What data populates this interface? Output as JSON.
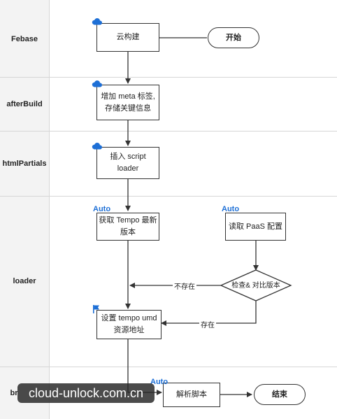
{
  "lanes": [
    {
      "id": "febase",
      "label": "Febase"
    },
    {
      "id": "afterbuild",
      "label": "afterBuild"
    },
    {
      "id": "htmlpartials",
      "label": "htmlPartials"
    },
    {
      "id": "loader",
      "label": "loader"
    },
    {
      "id": "browser",
      "label": "br"
    }
  ],
  "nodes": {
    "start": "开始",
    "cloud_build": "云构建",
    "add_meta": "增加 meta 标签,\n存储关键信息",
    "insert_script": "插入 script\nloader",
    "get_tempo": "获取 Tempo 最新\n版本",
    "read_paas": "读取 PaaS 配置",
    "check_compare": "检查& 对比版本",
    "set_tempo": "设置 tempo umd\n资源地址",
    "parse_script": "解析脚本",
    "end": "结束"
  },
  "tags": {
    "auto": "Auto"
  },
  "edge_labels": {
    "not_exist": "不存在",
    "exist": "存在"
  },
  "watermark": "cloud-unlock.com.cn",
  "colors": {
    "lane_bg": "#f3f3f3",
    "auto_tag": "#1d6fd6",
    "cloud_icon": "#1d6fd6",
    "flag_icon": "#1d6fd6",
    "stroke": "#333333"
  }
}
